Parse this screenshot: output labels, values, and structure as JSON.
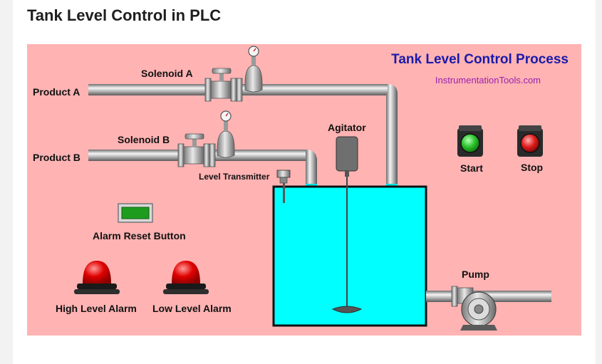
{
  "page": {
    "title": "Tank Level Control in PLC"
  },
  "diagram": {
    "title": "Tank Level Control Process",
    "subtitle": "InstrumentationTools.com",
    "labels": {
      "product_a": "Product A",
      "product_b": "Product B",
      "solenoid_a": "Solenoid A",
      "solenoid_b": "Solenoid B",
      "agitator": "Agitator",
      "level_transmitter": "Level Transmitter",
      "start": "Start",
      "stop": "Stop",
      "alarm_reset": "Alarm Reset Button",
      "high_alarm": "High Level Alarm",
      "low_alarm": "Low Level Alarm",
      "pump": "Pump"
    },
    "colors": {
      "background": "#ffb3b3",
      "tank_fill": "#00ffff",
      "title_text": "#1a1aa8",
      "subtitle_text": "#9b1fb0",
      "start_light": "#2ec52e",
      "stop_light": "#e02020",
      "alarm_light": "#e00000",
      "reset_button": "#1e9c1e"
    }
  }
}
